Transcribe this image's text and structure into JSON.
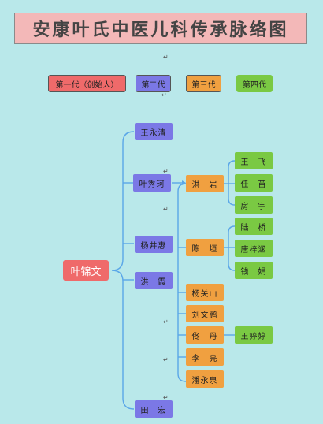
{
  "title": "安康叶氏中医儿科传承脉络图",
  "legend": [
    {
      "label": "第一代（创始人）",
      "color": "#ef6a6a"
    },
    {
      "label": "第二代",
      "color": "#7b78e6"
    },
    {
      "label": "第三代",
      "color": "#f0a040"
    },
    {
      "label": "第四代",
      "color": "#7ac943"
    }
  ],
  "root": "叶锦文",
  "gen2": [
    "王永清",
    "叶秀珂",
    "杨井惠",
    "洪　霞",
    "田　宏"
  ],
  "gen3": [
    "洪　岩",
    "陈　垣",
    "杨关山",
    "刘文鹏",
    "佟　丹",
    "李　亮",
    "潘永泉"
  ],
  "gen4": [
    "王　飞",
    "任　苗",
    "房　宇",
    "陆　桥",
    "唐梓涵",
    "钱　娟",
    "王婷婷"
  ],
  "mark": "↵"
}
